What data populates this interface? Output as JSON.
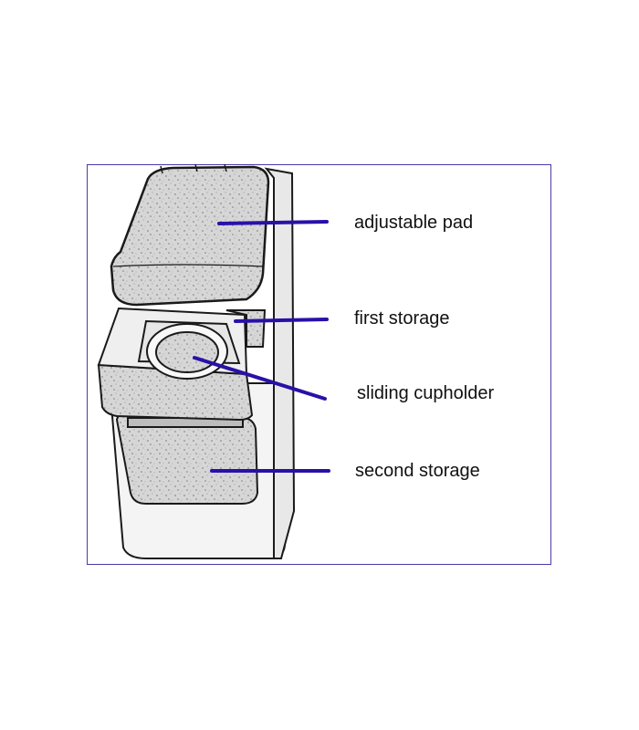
{
  "diagram": {
    "labels": {
      "adjustable_pad": "adjustable pad",
      "first_storage": "first storage",
      "sliding_cupholder": "sliding cupholder",
      "second_storage": "second storage"
    },
    "colors": {
      "leader_line": "#2a10a8",
      "frame_border": "#4a3aa8",
      "sketch_ink": "#1a1a1a",
      "speckle_fill": "#c9c9c9"
    }
  }
}
